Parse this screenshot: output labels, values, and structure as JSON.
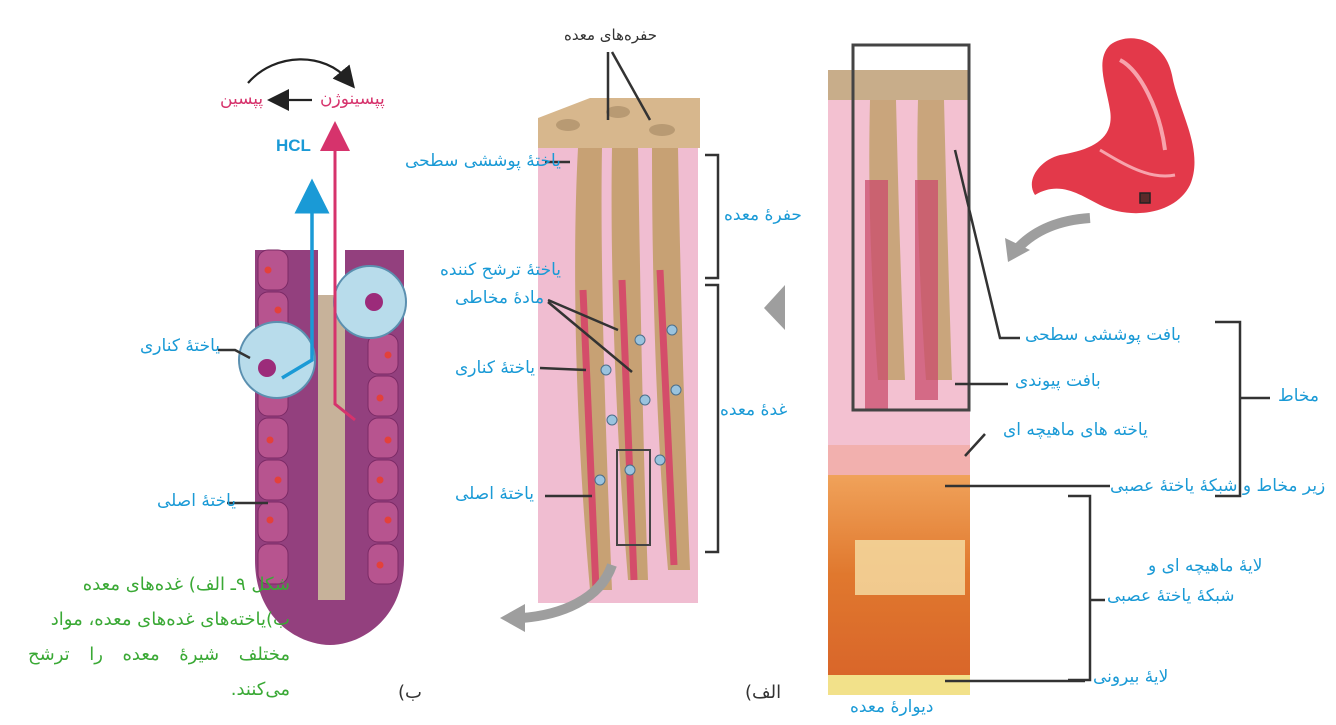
{
  "colors": {
    "label_blue": "#1a9ad6",
    "pepsin_red": "#d6336c",
    "caption_green": "#3aa935",
    "line_dark": "#333333",
    "arrow_grey": "#8c8c8c"
  },
  "panel_right": {
    "wall_label": "دیوارهٔ معده",
    "labels": {
      "surface_tissue": "بافت پوششی سطحی",
      "connective": "بافت پیوندی",
      "muscle_cells": "یاخته های ماهیچه ای",
      "submucosa": "زیر مخاط و شبکهٔ یاختهٔ عصبی",
      "muscle_layer_1": "لایهٔ ماهیچه ای و",
      "muscle_layer_2": "شبکهٔ یاختهٔ عصبی",
      "outer_layer": "لایهٔ بیرونی",
      "mucosa": "مخاط"
    }
  },
  "panel_middle": {
    "tag": "الف)",
    "labels": {
      "gastric_pits": "حفره‌های معده",
      "surface_cell": "یاختهٔ پوششی سطحی",
      "pit": "حفرهٔ معده",
      "mucus_cell_1": "یاختهٔ ترشح کننده",
      "mucus_cell_2": "مادهٔ مخاطی",
      "parietal": "یاختهٔ کناری",
      "gland": "غدهٔ معده",
      "chief": "یاختهٔ اصلی"
    }
  },
  "panel_left": {
    "tag": "ب)",
    "labels": {
      "pepsin": "پپسین",
      "pepsinogen": "پپسینوژن",
      "hcl": "HCL",
      "parietal": "یاختهٔ کناری",
      "chief": "یاختهٔ اصلی"
    }
  },
  "caption": {
    "line1": "شکل ۹ـ الف) غده‌های معده",
    "line2": "ب)یاخته‌های غده‌های معده، مواد",
    "line3": "مختلف شیرهٔ معده را ترشح می‌کنند."
  }
}
